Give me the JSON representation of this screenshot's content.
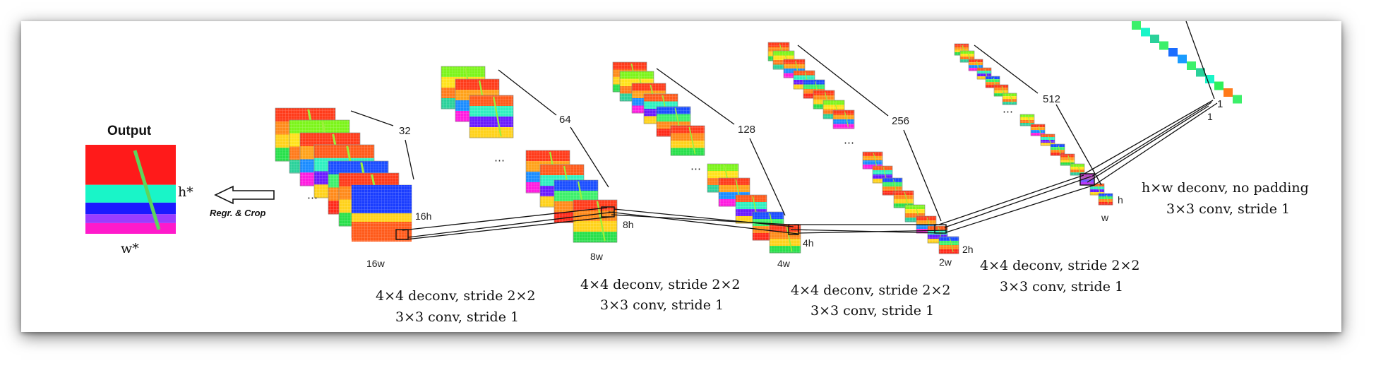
{
  "output": {
    "title": "Output",
    "h_label": "h*",
    "w_label": "w*",
    "colors": [
      "#ff1a1a",
      "#19f5c8",
      "#1a1aff",
      "#9a3dff",
      "#ff1acb"
    ],
    "diagonal_color": "#5cd65c"
  },
  "arrow": {
    "label": "Regr. & Crop"
  },
  "stages": [
    {
      "channels": "32",
      "h": "16h",
      "w": "16w",
      "caption1": "4×4 deconv, stride 2×2",
      "caption2": "3×3 conv, stride 1"
    },
    {
      "channels": "64",
      "h": "8h",
      "w": "8w",
      "caption1": "4×4 deconv, stride 2×2",
      "caption2": "3×3 conv, stride 1"
    },
    {
      "channels": "128",
      "h": "4h",
      "w": "4w",
      "caption1": "4×4 deconv, stride 2×2",
      "caption2": "3×3 conv, stride 1"
    },
    {
      "channels": "256",
      "h": "2h",
      "w": "2w",
      "caption1": "4×4 deconv, stride 2×2",
      "caption2": "3×3 conv, stride 1"
    },
    {
      "channels": "512",
      "h": "h",
      "w": "w",
      "caption1": "h×w deconv, no padding",
      "caption2": "3×3 conv, stride 1"
    },
    {
      "channels": "1",
      "h": "1",
      "w": ""
    }
  ],
  "ellipsis": "⋯"
}
